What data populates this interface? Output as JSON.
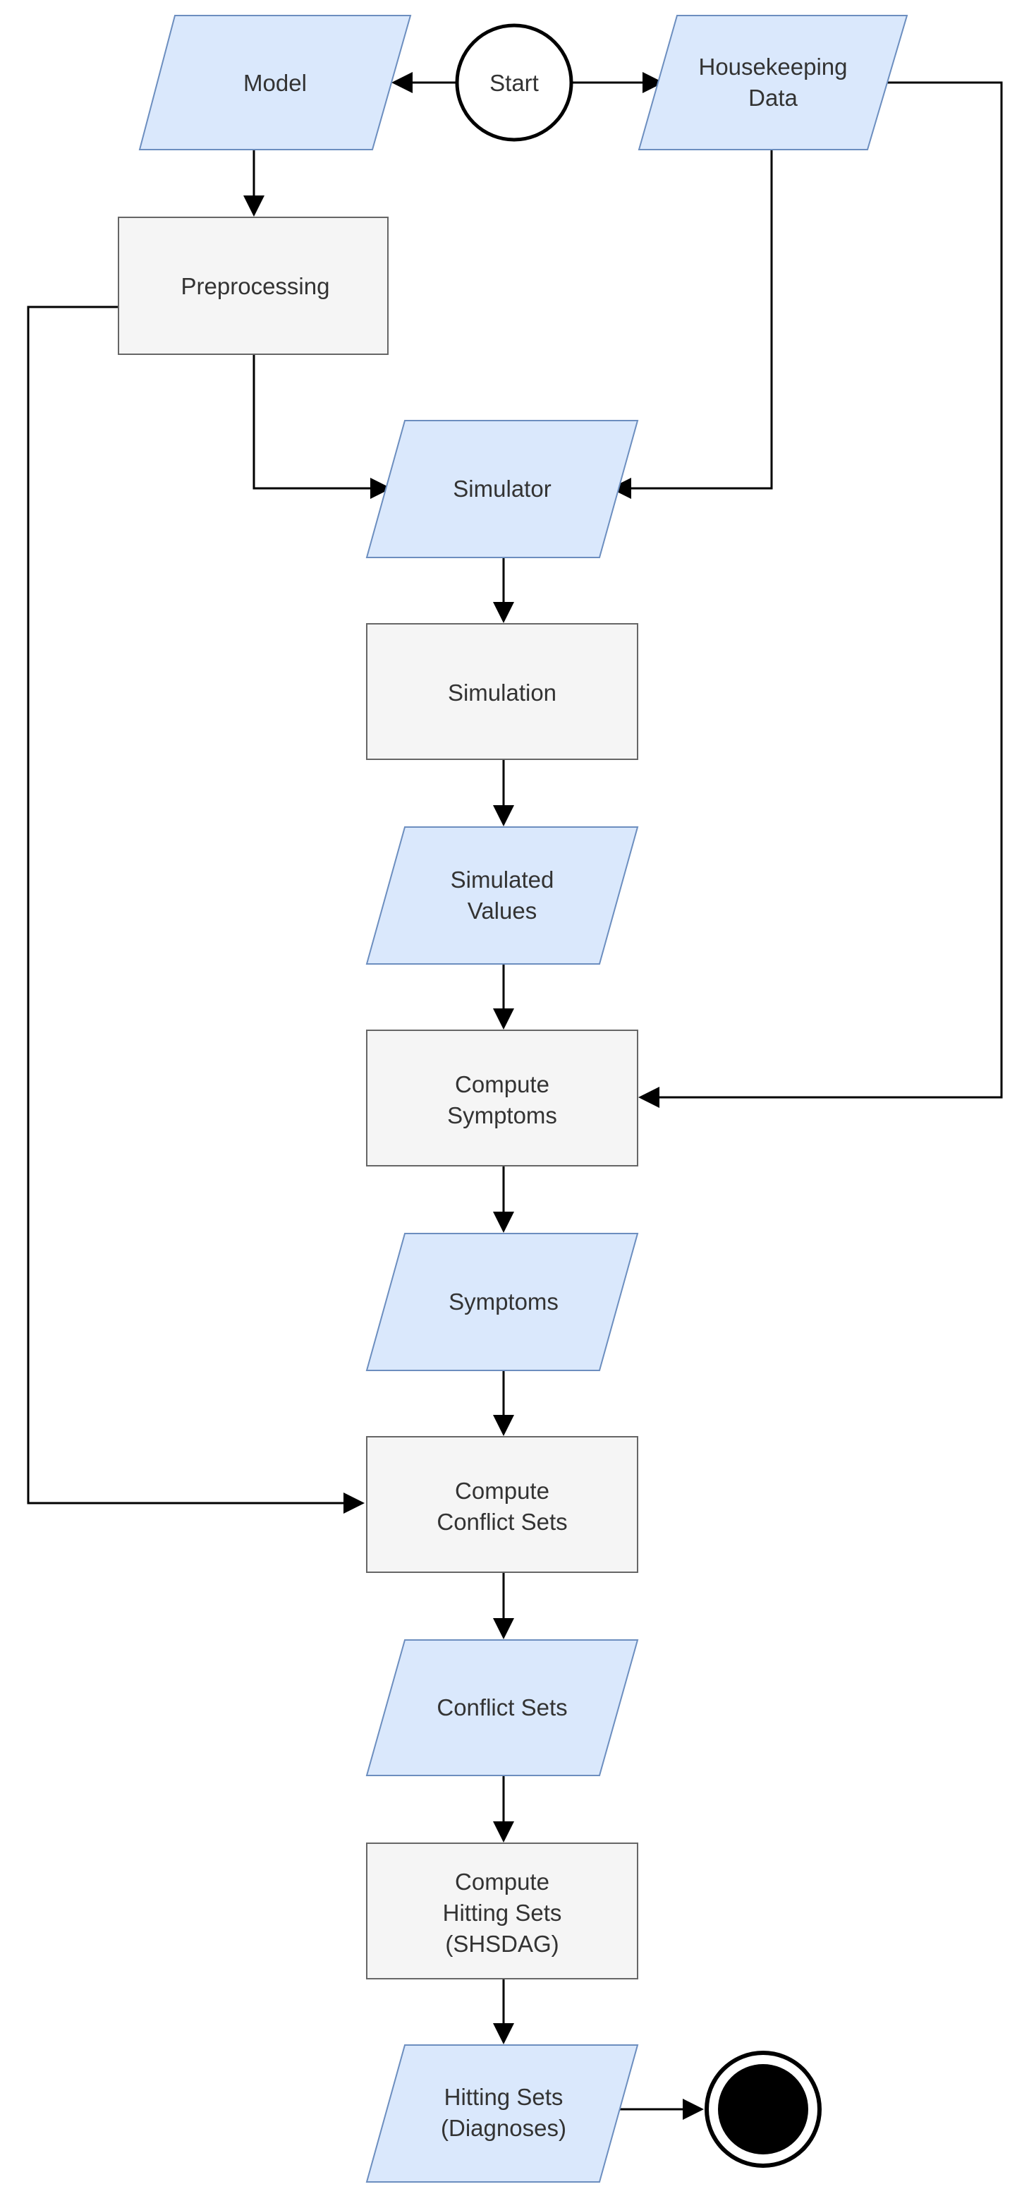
{
  "nodes": {
    "start": {
      "label": [
        "Start"
      ]
    },
    "model": {
      "label": [
        "Model"
      ]
    },
    "housekeeping": {
      "label": [
        "Housekeeping",
        "Data"
      ]
    },
    "preprocessing": {
      "label": [
        "Preprocessing"
      ]
    },
    "simulator": {
      "label": [
        "Simulator"
      ]
    },
    "simulation": {
      "label": [
        "Simulation"
      ]
    },
    "simulated_values": {
      "label": [
        "Simulated",
        "Values"
      ]
    },
    "compute_symptoms": {
      "label": [
        "Compute",
        "Symptoms"
      ]
    },
    "symptoms": {
      "label": [
        "Symptoms"
      ]
    },
    "compute_conflict_sets": {
      "label": [
        "Compute",
        "Conflict Sets"
      ]
    },
    "conflict_sets": {
      "label": [
        "Conflict Sets"
      ]
    },
    "compute_hitting_sets": {
      "label": [
        "Compute",
        "Hitting Sets",
        "(SHSDAG)"
      ]
    },
    "hitting_sets": {
      "label": [
        "Hitting Sets",
        "(Diagnoses)"
      ]
    }
  },
  "colors": {
    "data_fill": "#dae8fc",
    "data_stroke": "#6c8ebf",
    "process_fill": "#f5f5f5",
    "process_stroke": "#666666",
    "edge": "#000000",
    "text": "#333333"
  }
}
